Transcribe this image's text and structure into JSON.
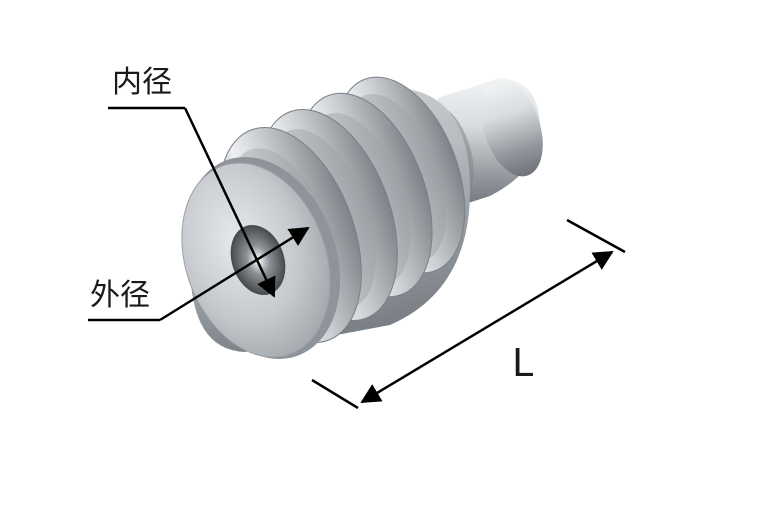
{
  "diagram": {
    "labels": {
      "inner_diameter": "内径",
      "outer_diameter": "外径",
      "length": "L"
    },
    "colors": {
      "metal_light": "#e4e7ea",
      "metal_mid": "#a9aeb3",
      "metal_dark": "#6d7378",
      "hole": "#2c2f33",
      "line": "#000000"
    }
  }
}
